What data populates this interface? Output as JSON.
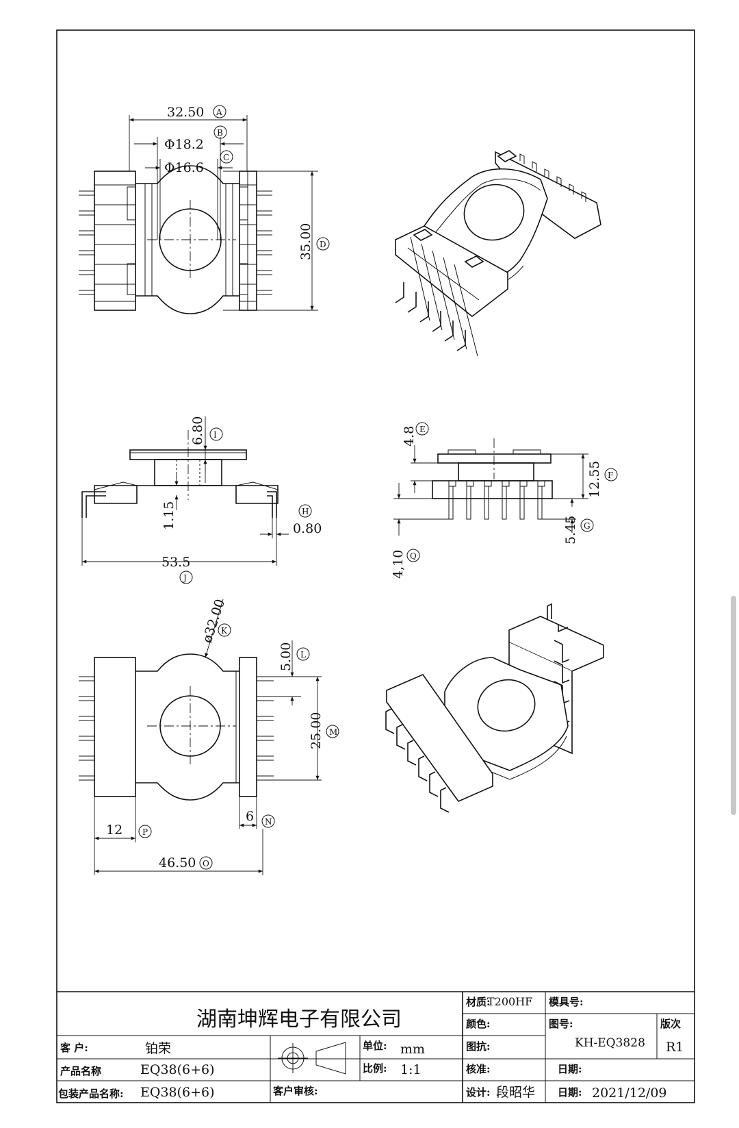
{
  "dimensions": {
    "top_width": "32.50",
    "top_width_ref": "A",
    "outer_dia": "Φ18.2",
    "outer_dia_ref": "B",
    "inner_dia": "Φ16.6",
    "inner_dia_ref": "C",
    "top_height": "35.00",
    "top_height_ref": "D",
    "flange_thickness": "6.80",
    "flange_thickness_ref": "I",
    "base_offset": "1.15",
    "pin_width": "0.80",
    "pin_width_ref": "H",
    "overall_width": "53.5",
    "overall_width_ref": "J",
    "top_step": "4.8",
    "top_step_ref": "E",
    "overall_height": "12.55",
    "overall_height_ref": "F",
    "pin_length": "5.45",
    "pin_length_ref": "G",
    "pin_drop": "4,10",
    "pin_drop_ref": "Q",
    "flange_dia": "ø32.00",
    "flange_dia_ref": "K",
    "pin_pitch": "5.00",
    "pin_pitch_ref": "L",
    "pin_span": "25.00",
    "pin_span_ref": "M",
    "rail_width": "6",
    "rail_width_ref": "N",
    "rail_offset": "12",
    "rail_offset_ref": "P",
    "bottom_width": "46.50",
    "bottom_width_ref": "O"
  },
  "title_block": {
    "company": "湖南坤辉电子有限公司",
    "customer_label": "客    户:",
    "customer_value": "铂荣",
    "product_label": "产品名称",
    "product_value": "EQ38(6+6)",
    "package_label": "包装产品名称:",
    "package_value": "EQ38(6+6)",
    "unit_label": "单位:",
    "unit_value": "mm",
    "scale_label": "比例:",
    "scale_value": "1:1",
    "customer_review_label": "客户审核:",
    "material_label": "材质:",
    "material_value": "T200HF",
    "mold_label": "模具号:",
    "color_label": "颜色:",
    "drawing_no_label": "图号:",
    "drawing_no_value": "KH-EQ3828",
    "version_label": "版次",
    "version_value": "R1",
    "drafter_label": "图抗:",
    "checker_label": "核准:",
    "date_label_1": "日期:",
    "designer_label": "设计:",
    "designer_value": "段昭华",
    "date_label_2": "日期:",
    "date_value": "2021/12/09"
  }
}
